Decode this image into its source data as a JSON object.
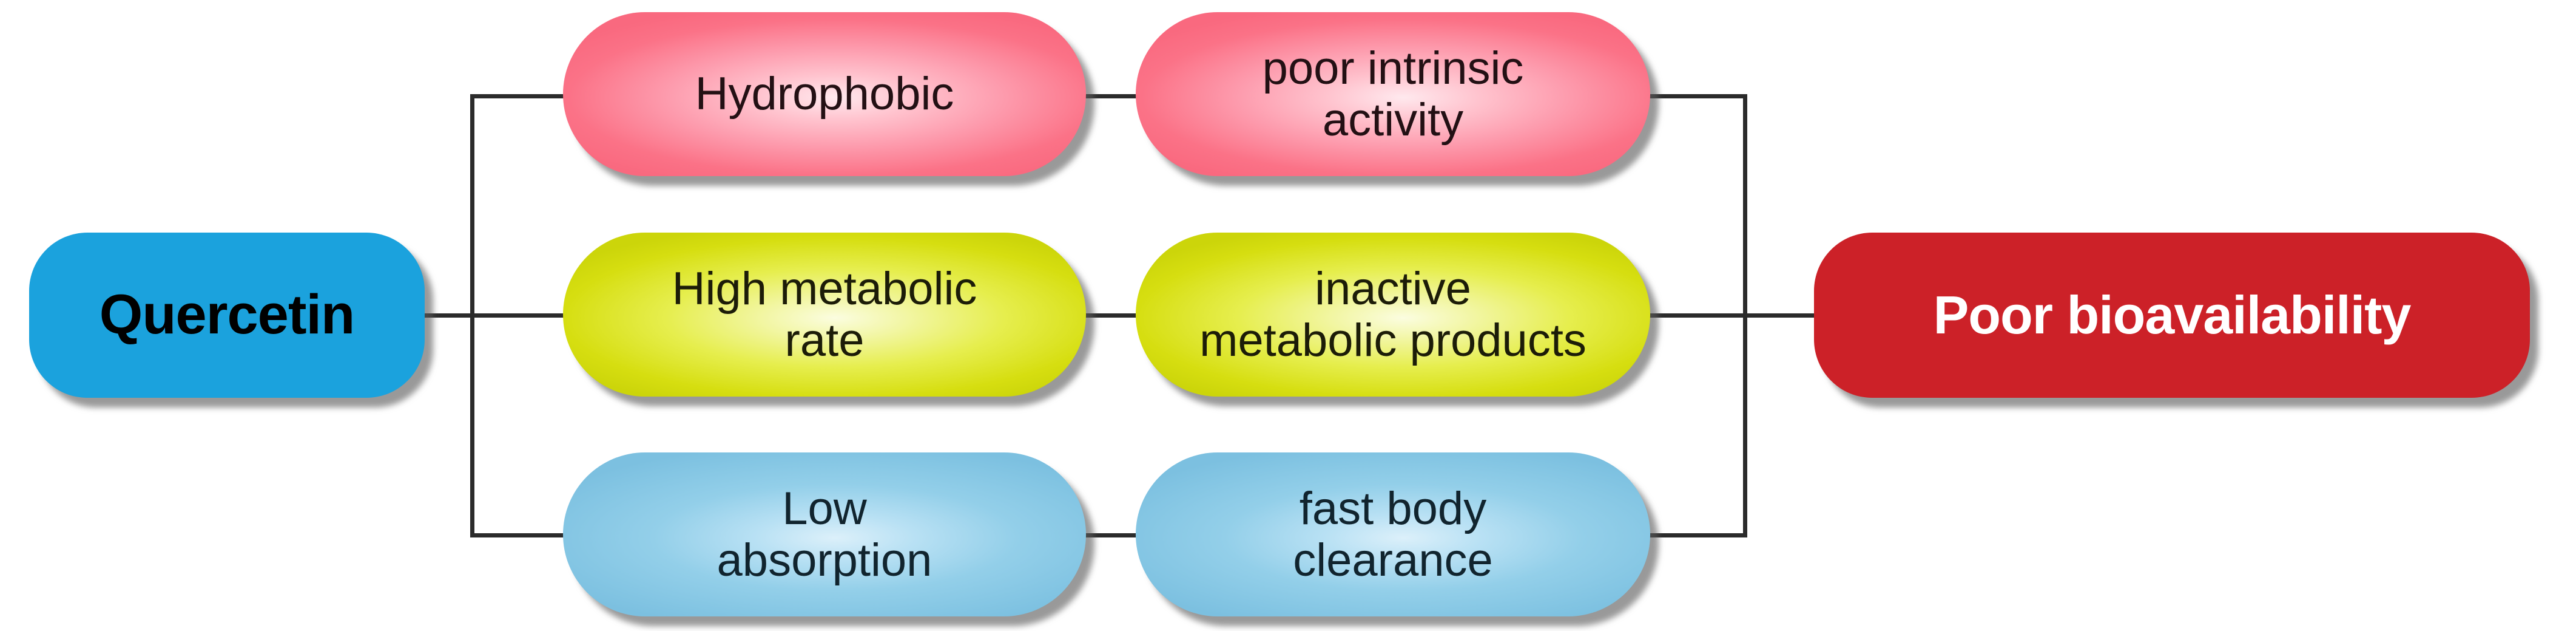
{
  "diagram": {
    "title": "Quercetin poor bioavailability causes",
    "type": "flowchart",
    "colors": {
      "source_node": "#1ba2dd",
      "outcome_node": "#cc2128",
      "row_1": "#fb7287",
      "row_2": "#d6de10",
      "row_3": "#83c5e3",
      "connector_line": "#2b2b2b",
      "background": "#ffffff"
    },
    "source": {
      "label": "Quercetin"
    },
    "outcome": {
      "label": "Poor bioavailability"
    },
    "rows": [
      {
        "cause": "Hydrophobic",
        "consequence": "poor intrinsic\nactivity",
        "color": "#fb7287"
      },
      {
        "cause": "High metabolic\nrate",
        "consequence": "inactive\nmetabolic products",
        "color": "#d6de10"
      },
      {
        "cause": "Low\nabsorption",
        "consequence": "fast body\nclearance",
        "color": "#83c5e3"
      }
    ]
  }
}
